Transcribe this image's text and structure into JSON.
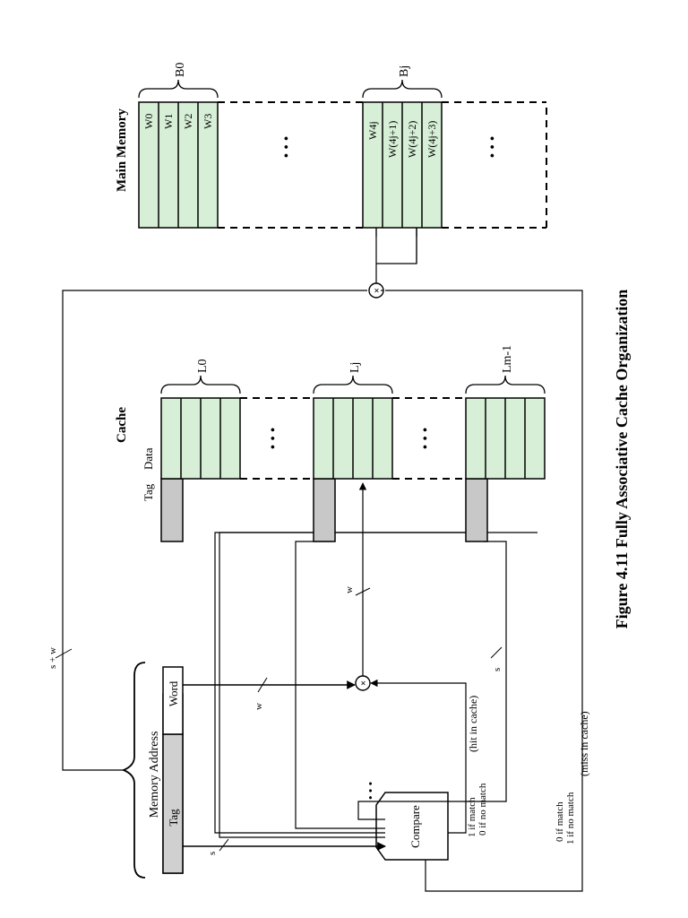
{
  "figure": {
    "caption": "Figure 4.11  Fully Associative Cache Organization"
  },
  "memory_address": {
    "label": "Memory Address",
    "tag_field": "Tag",
    "word_field": "Word"
  },
  "cache": {
    "title": "Cache",
    "tag_col": "Tag",
    "data_col": "Data",
    "lines": [
      {
        "label": "L0"
      },
      {
        "label": "Lj"
      },
      {
        "label": "Lm-1"
      }
    ]
  },
  "main_memory": {
    "title": "Main Memory",
    "block0": {
      "label": "B0",
      "words": [
        "W0",
        "W1",
        "W2",
        "W3"
      ]
    },
    "blockj": {
      "label": "Bj",
      "words": [
        "W4j",
        "W(4j+1)",
        "W(4j+2)",
        "W(4j+3)"
      ]
    }
  },
  "compare": {
    "label": "Compare",
    "hit_out_1": "1 if match",
    "hit_out_0": "0 if no match",
    "hit_note": "(hit in cache)",
    "miss_out_0": "0 if match",
    "miss_out_1": "1 if no match",
    "miss_note": "(miss in cache)"
  },
  "bus_labels": {
    "s": "s",
    "w": "w",
    "s_plus_w": "s + w"
  },
  "colors": {
    "data_fill": "#d6efd6",
    "tag_fill": "#c8c8c8",
    "line": "#000000"
  }
}
